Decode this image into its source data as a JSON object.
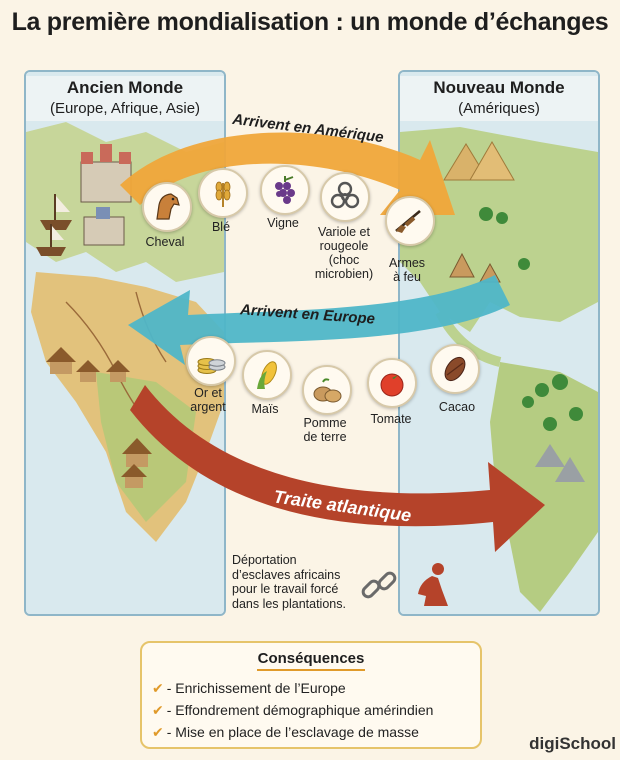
{
  "title": "La première mondialisation : un monde d’échanges",
  "old_world": {
    "title": "Ancien Monde",
    "subtitle": "(Europe, Afrique, Asie)"
  },
  "new_world": {
    "title": "Nouveau Monde",
    "subtitle": "(Amériques)"
  },
  "to_america": {
    "label": "Arrivent en Amérique",
    "color": "#f0a73a",
    "items": [
      {
        "label": "Cheval",
        "icon": "horse-icon"
      },
      {
        "label": "Blé",
        "icon": "wheat-icon"
      },
      {
        "label": "Vigne",
        "icon": "grapes-icon"
      },
      {
        "label": "Variole et\nrougeole\n(choc\nmicrobien)",
        "icon": "biohazard-icon"
      },
      {
        "label": "Armes\nà feu",
        "icon": "musket-icon"
      }
    ]
  },
  "to_europe": {
    "label": "Arrivent en Europe",
    "color": "#4fb6c8",
    "items": [
      {
        "label": "Or et\nargent",
        "icon": "coins-icon"
      },
      {
        "label": "Maïs",
        "icon": "corn-icon"
      },
      {
        "label": "Pomme\nde terre",
        "icon": "potato-icon"
      },
      {
        "label": "Tomate",
        "icon": "tomato-icon"
      },
      {
        "label": "Cacao",
        "icon": "cacao-icon"
      }
    ]
  },
  "slave_trade": {
    "label": "Traite atlantique",
    "color": "#b5432a",
    "note": "Déportation d’esclaves africains pour le travail forcé dans les plantations."
  },
  "consequences": {
    "title": "Conséquences",
    "items": [
      "- Enrichissement de l’Europe",
      "- Effondrement démographique amérindien",
      "- Mise en place de l’esclavage de masse"
    ]
  },
  "brand": "digiSchool"
}
